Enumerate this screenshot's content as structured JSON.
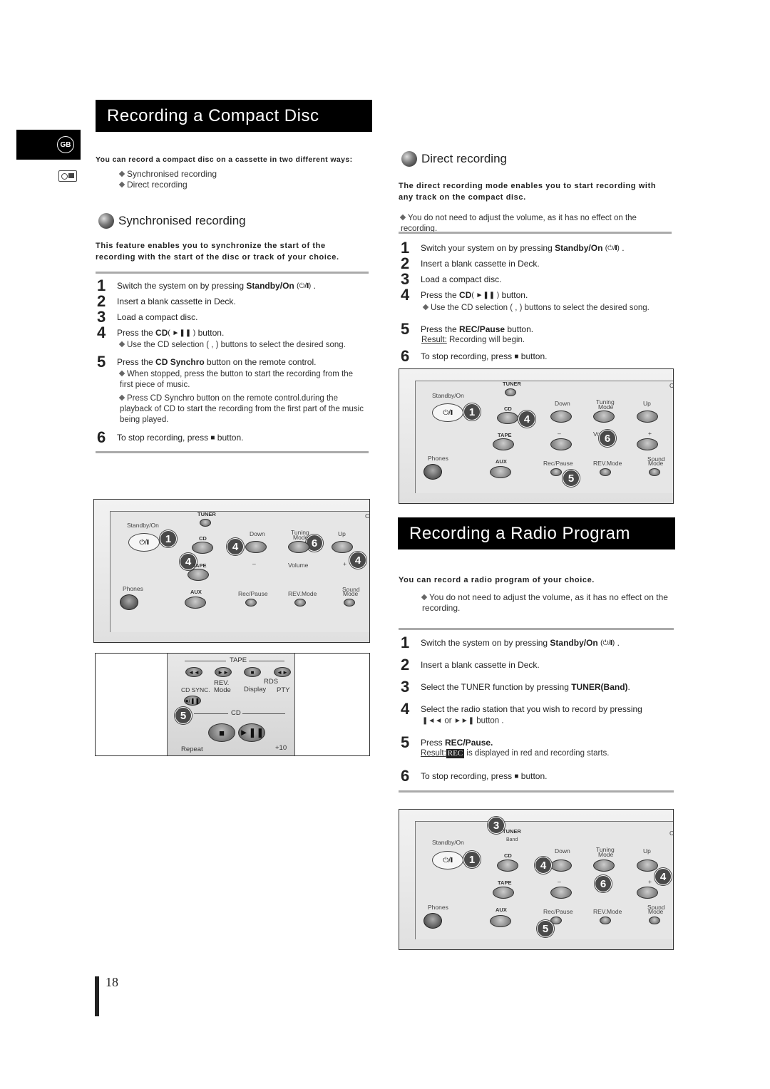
{
  "lang_tab": "GB",
  "cd_section": {
    "banner": "Recording a Compact Disc",
    "intro": "You can record a compact disc on a cassette in two different ways:",
    "ways": [
      "Synchronised recording",
      "Direct recording"
    ],
    "sync": {
      "title": "Synchronised recording",
      "intro": "This feature enables you to synchronize the start of the recording with the start of the disc or track of your choice.",
      "steps": [
        {
          "n": "1",
          "pre": "Switch the system on by pressing ",
          "key": "Standby/On",
          "post": " ."
        },
        {
          "n": "2",
          "pre": "Insert a blank cassette in Deck.",
          "key": "",
          "post": ""
        },
        {
          "n": "3",
          "pre": "Load a compact disc.",
          "key": "",
          "post": ""
        },
        {
          "n": "4",
          "pre": "Press the ",
          "key": "CD",
          "post": " button."
        },
        {
          "n": "5",
          "pre": "Press the ",
          "key": "CD Synchro",
          "post": " button on the remote control."
        },
        {
          "n": "6",
          "pre": "To stop recording, press ",
          "key": "",
          "post": " button."
        }
      ],
      "step4_note": "Use the CD selection ( , ) buttons to select the desired song.",
      "step5_notes": [
        "When stopped, press the button to start the recording from the first piece of music.",
        "Press CD Synchro button on the remote control.during the playback of CD to start the recording from the first part of the music being played."
      ]
    },
    "direct": {
      "title": "Direct recording",
      "intro": "The direct recording mode enables you to start recording with any track on the compact disc.",
      "note": "You do not need to adjust the volume, as it has no effect on the recording.",
      "steps": [
        {
          "n": "1",
          "pre": "Switch your system on by pressing ",
          "key": "Standby/On",
          "post": " ."
        },
        {
          "n": "2",
          "pre": "Insert a blank cassette in Deck.",
          "key": "",
          "post": ""
        },
        {
          "n": "3",
          "pre": "Load a compact disc.",
          "key": "",
          "post": ""
        },
        {
          "n": "4",
          "pre": "Press the ",
          "key": "CD",
          "post": " button."
        },
        {
          "n": "5",
          "pre": "Press the ",
          "key": "REC/Pause",
          "post": " button."
        },
        {
          "n": "6",
          "pre": "To stop recording, press ",
          "key": "",
          "post": " button."
        }
      ],
      "step4_note": "Use the CD selection ( , ) buttons to select the desired song.",
      "step5_result_label": "Result:",
      "step5_result": "Recording will begin."
    }
  },
  "radio_section": {
    "banner": "Recording a Radio Program",
    "intro": "You can record a radio program of your choice.",
    "note": "You do not need to adjust the volume, as it has no effect on the recording.",
    "steps": [
      {
        "n": "1",
        "pre": "Switch the system on by pressing ",
        "key": "Standby/On",
        "post": " ."
      },
      {
        "n": "2",
        "pre": "Insert a blank cassette in Deck.",
        "key": "",
        "post": ""
      },
      {
        "n": "3",
        "pre": "Select the TUNER function by pressing ",
        "key": "TUNER(Band)",
        "post": "."
      },
      {
        "n": "4",
        "pre": "Select the radio station that you wish to record by pressing",
        "key": "",
        "post": ""
      },
      {
        "n": "5",
        "pre": "Press ",
        "key": "REC/Pause.",
        "post": ""
      },
      {
        "n": "6",
        "pre": "To stop recording, press ",
        "key": "",
        "post": " button."
      }
    ],
    "step4_line2_or": "or",
    "step4_line2_end": "button .",
    "step5_result_label": "Result:",
    "step5_rec": "REC",
    "step5_result": "is displayed in red and recording starts."
  },
  "panel_labels": {
    "tuner": "TUNER",
    "band": "Band",
    "standby": "Standby/On",
    "cd": "CD",
    "tape": "TAPE",
    "aux": "AUX",
    "phones": "Phones",
    "down": "Down",
    "tuning": "Tuning",
    "mode": "Mode",
    "up": "Up",
    "volume": "Volume",
    "minus": "–",
    "plus": "+",
    "rec_pause": "Rec/Pause",
    "rev_mode": "REV.Mode",
    "sound": "Sound",
    "sound_mode": "Mode",
    "edge_c": "C"
  },
  "panel_cd_sync_callouts": [
    "1",
    "4",
    "6",
    "4",
    "4"
  ],
  "panel_direct_callouts": [
    "1",
    "4",
    "6",
    "5"
  ],
  "panel_radio_callouts": [
    "3",
    "1",
    "4",
    "6",
    "4",
    "5"
  ],
  "remote": {
    "tape": "TAPE",
    "rev": "REV.",
    "rds": "RDS",
    "cd_sync": "CD SYNC.",
    "mode": "Mode",
    "display": "Display",
    "pty": "PTY",
    "cd": "CD",
    "repeat": "Repeat",
    "plus10": "+10",
    "callout": "5"
  },
  "page_number": "18"
}
